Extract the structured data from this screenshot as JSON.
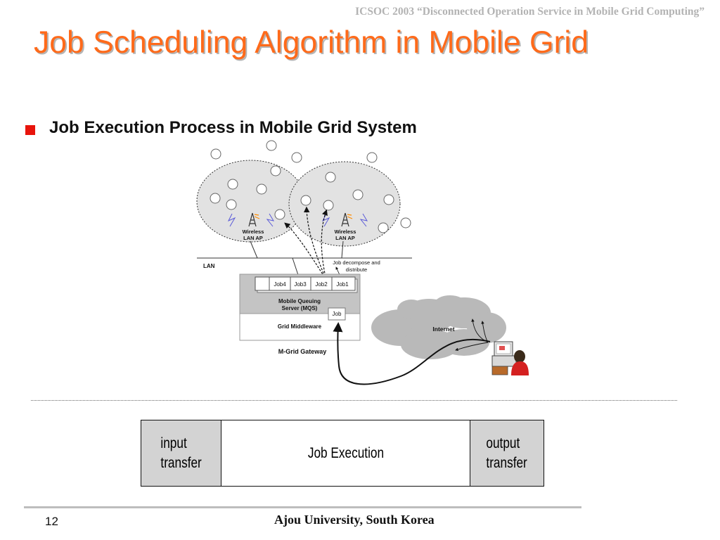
{
  "header": {
    "conference_note": "ICSOC 2003 “Disconnected Operation Service in Mobile Grid Computing”",
    "title": "Job Scheduling Algorithm in Mobile Grid"
  },
  "bullet": {
    "text": "Job Execution Process in Mobile Grid System"
  },
  "diagram": {
    "access_points": [
      {
        "label_line1": "Wireless",
        "label_line2": "LAN AP"
      },
      {
        "label_line1": "Wireless",
        "label_line2": "LAN AP"
      }
    ],
    "lan_label": "LAN",
    "decompose_line1": "Job decompose and",
    "decompose_line2": "distribute",
    "queue_jobs": [
      "Job4",
      "Job3",
      "Job2",
      "Job1"
    ],
    "mqs_line1": "Mobile Queuing",
    "mqs_line2": "Server (MQS)",
    "incoming_job": "Job",
    "middleware_label": "Grid Middleware",
    "gateway_label": "M-Grid Gateway",
    "internet_label": "Internet"
  },
  "timeline": {
    "input_label": "input\ntransfer",
    "execution_label": "Job Execution",
    "output_label": "output\ntransfer"
  },
  "footer": {
    "page_number": "12",
    "affiliation": "Ajou University, South Korea"
  },
  "colors": {
    "title": "#ff6a1a",
    "bullet": "#e8140c",
    "header_note": "#b3b3b3",
    "segment_gray": "#d3d3d3",
    "cloud_gray": "#b9b9b9"
  }
}
